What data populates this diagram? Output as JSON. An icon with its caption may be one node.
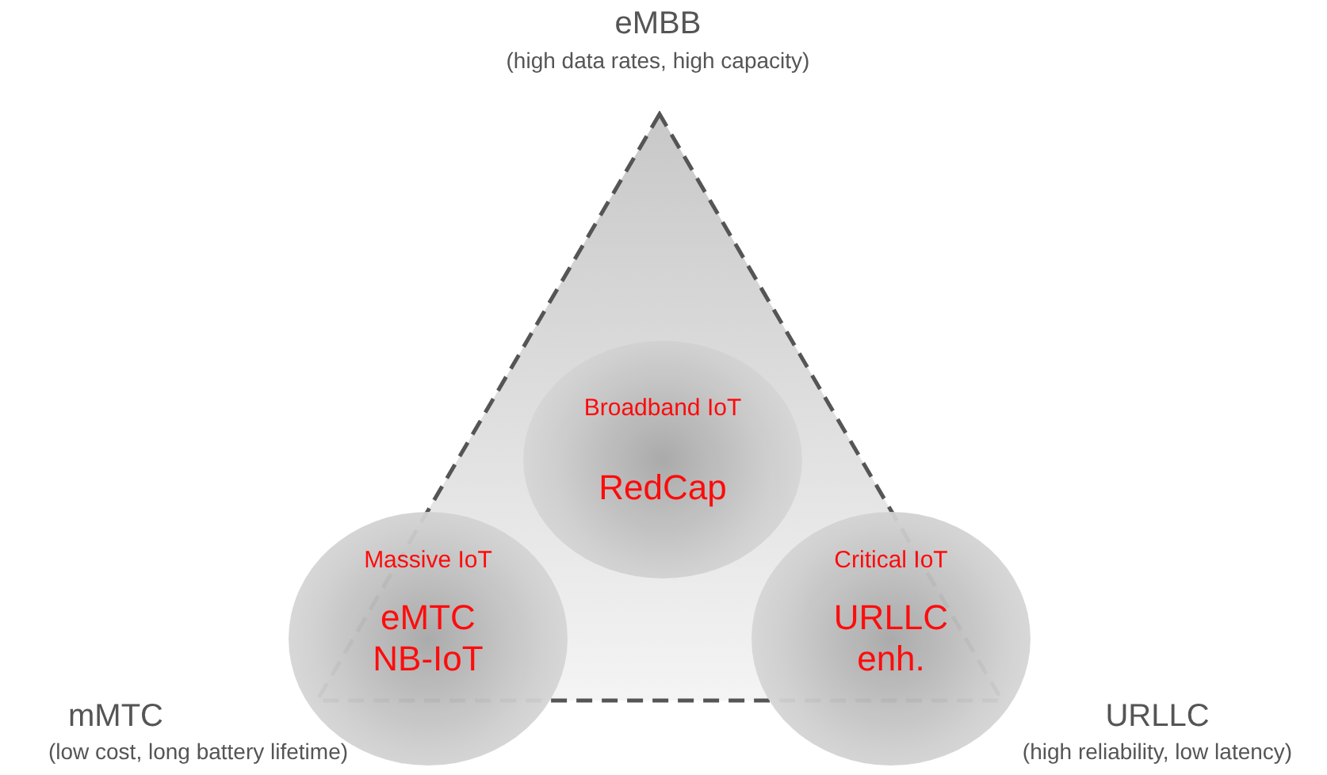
{
  "diagram": {
    "nodes": [
      {
        "text": [],
        "shape": "triangle"
      },
      {
        "text": [
          "Broadband IoT",
          "RedCap"
        ],
        "in": 0
      },
      {
        "text": [
          "Massive IoT",
          "eMTC NB-IoT"
        ]
      },
      {
        "text": [
          "Critical IoT",
          "URLLC enh."
        ]
      }
    ],
    "labels": [
      "eMBB",
      "(high data rates, high capacity)",
      "mMTC",
      "(low cost, long battery lifetime)",
      "URLLC",
      "(high reliability, low latency)"
    ]
  }
}
